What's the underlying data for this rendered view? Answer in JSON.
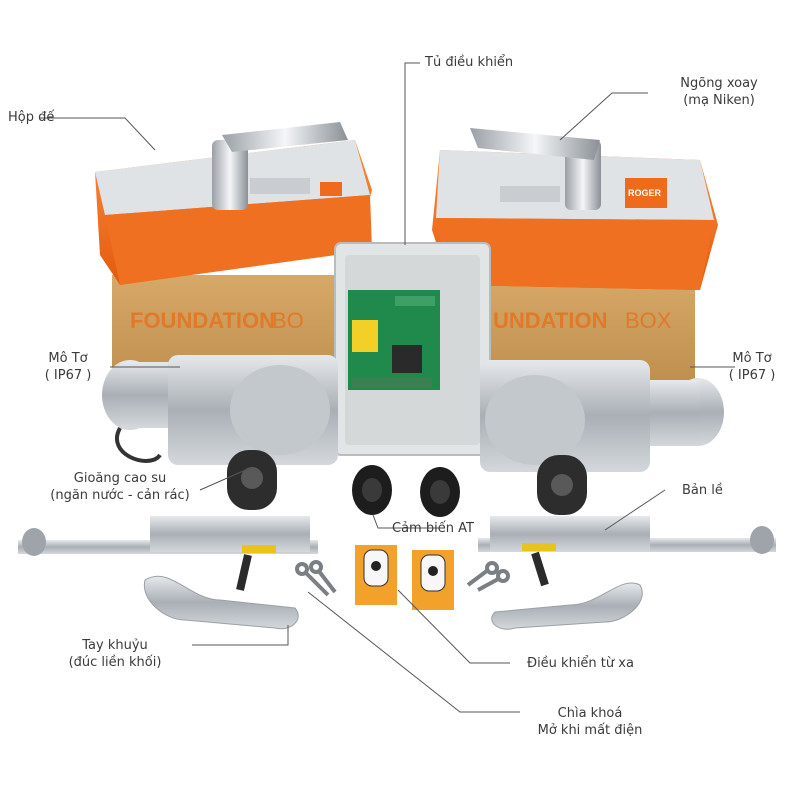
{
  "product": {
    "box_text_left_a": "FOUNDATION",
    "box_text_left_b": "BO",
    "box_text_right_a": "UNDATION",
    "box_text_right_b": "BOX",
    "brand": "ROGER"
  },
  "callouts": {
    "hop_de": "Hộp đế",
    "tu_dieu_khien": "Tủ điều khiển",
    "ngong_xoay_1": "Ngõng xoay",
    "ngong_xoay_2": "(mạ Niken)",
    "mo_to_left_1": "Mô Tơ",
    "mo_to_left_2": "( IP67 )",
    "mo_to_right_1": "Mô Tơ",
    "mo_to_right_2": "( IP67 )",
    "gioang_1": "Gioăng cao su",
    "gioang_2": "(ngăn nước - cản rác)",
    "ban_le": "Bản lề",
    "cam_bien": "Cảm biến AT",
    "tay_khuyu_1": "Tay khuỷu",
    "tay_khuyu_2": "(đúc liền khối)",
    "dieu_khien": "Điều khiển từ xa",
    "chia_khoa_1": "Chìa khoá",
    "chia_khoa_2": "Mở khi mất điện"
  },
  "colors": {
    "orange": "#f26a1b",
    "cardboard": "#c99a5a",
    "metal": "#b9bec3",
    "board_green": "#1f8a4c",
    "enclosure": "#d9dcdc"
  }
}
